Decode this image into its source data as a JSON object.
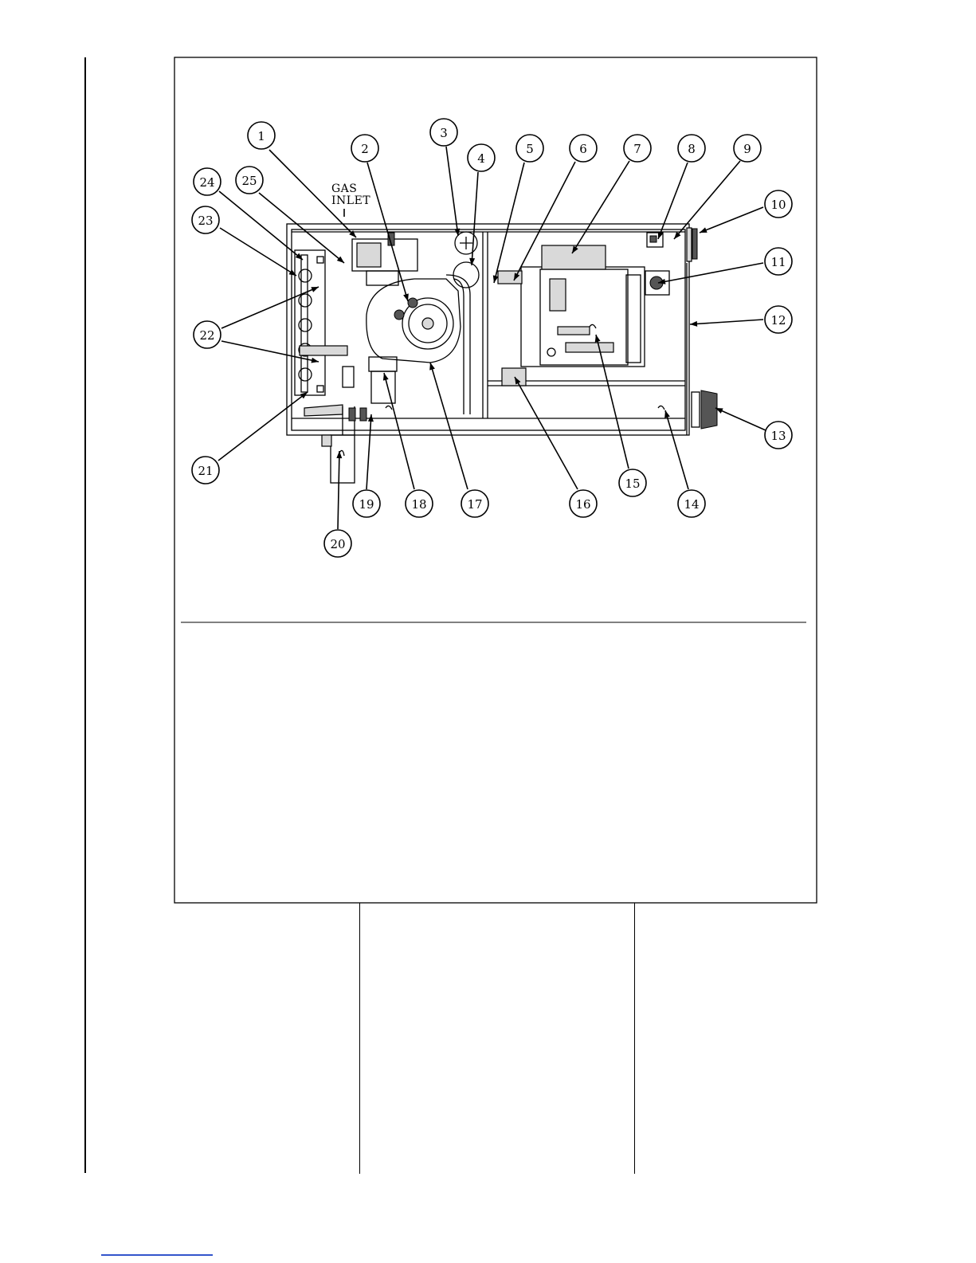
{
  "diagram": {
    "gas_inlet_label": [
      "GAS",
      "INLET"
    ],
    "callouts": [
      "1",
      "2",
      "3",
      "4",
      "5",
      "6",
      "7",
      "8",
      "9",
      "10",
      "11",
      "12",
      "13",
      "14",
      "15",
      "16",
      "17",
      "18",
      "19",
      "20",
      "21",
      "22",
      "23",
      "24",
      "25"
    ]
  }
}
